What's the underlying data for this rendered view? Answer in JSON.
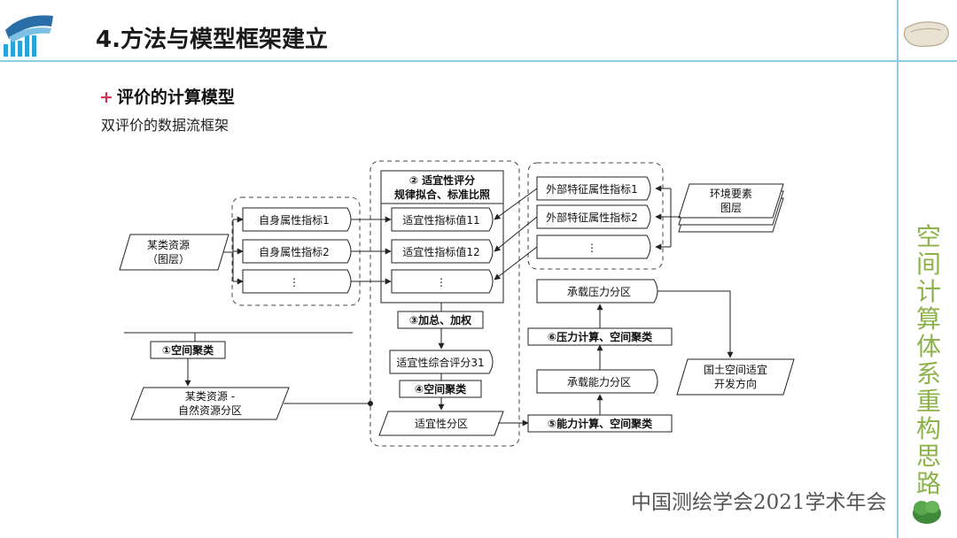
{
  "header": {
    "title": "4.方法与模型框架建立",
    "side_title": "空间计算体系重构思路",
    "subhead": "评价的计算模型",
    "subtitle": "双评价的数据流框架",
    "footer": "中国测绘学会2021学术年会"
  },
  "icons": {
    "bullet": "+"
  },
  "diagram": {
    "source_line1": "某类资源",
    "source_line2": "（图层）",
    "self_attr_1": "自身属性指标1",
    "self_attr_2": "自身属性指标2",
    "ellipsis": "⋮",
    "step2_line1": "② 适宜性评分",
    "step2_line2": "规律拟合、标准比照",
    "suit_val_11": "适宜性指标值11",
    "suit_val_12": "适宜性指标值12",
    "ext_attr_1": "外部特征属性指标1",
    "ext_attr_2": "外部特征属性指标2",
    "env_line1": "环境要素",
    "env_line2": "图层",
    "step3": "③加总、加权",
    "composite": "适宜性综合评分31",
    "step4": "④空间聚类",
    "suit_zone": "适宜性分区",
    "step1": "①空间聚类",
    "natural_line1": "某类资源 -",
    "natural_line2": "自然资源分区",
    "step5": "⑤能力计算、空间聚类",
    "capacity_zone": "承载能力分区",
    "step6": "⑥压力计算、空间聚类",
    "pressure_zone": "承载压力分区",
    "result_line1": "国土空间适宜",
    "result_line2": "开发方向"
  }
}
